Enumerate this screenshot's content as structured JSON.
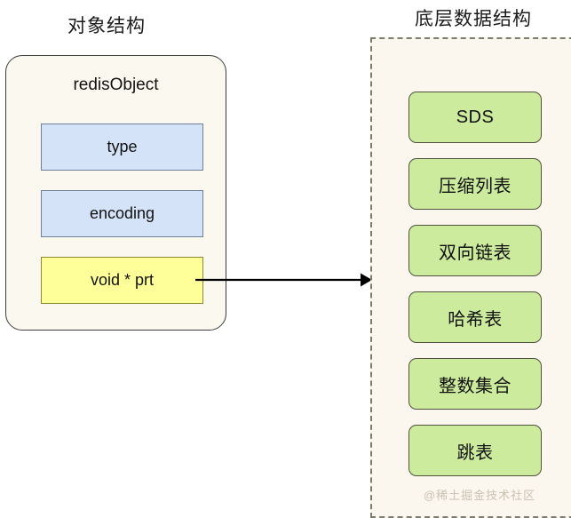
{
  "diagram": {
    "left_title": "对象结构",
    "right_title": "底层数据结构",
    "object_card": {
      "title": "redisObject",
      "fields": [
        {
          "label": "type",
          "color": "#d4e3f8"
        },
        {
          "label": "encoding",
          "color": "#d4e3f8"
        },
        {
          "label": "void * prt",
          "color": "#ffff99"
        }
      ]
    },
    "data_structures": [
      {
        "label": "SDS"
      },
      {
        "label": "压缩列表"
      },
      {
        "label": "双向链表"
      },
      {
        "label": "哈希表"
      },
      {
        "label": "整数集合"
      },
      {
        "label": "跳表"
      }
    ],
    "arrow": {
      "from": "void * prt",
      "to": "底层数据结构",
      "color": "#000000"
    },
    "watermark": "@稀土掘金技术社区",
    "colors": {
      "card_fill": "#faf8ef",
      "card_border": "#3d3d3d",
      "field_blue": "#d4e3f8",
      "field_blue_border": "#6f7f99",
      "field_yellow": "#ffff99",
      "field_yellow_border": "#8a8a2e",
      "panel_fill": "#fbf6ee",
      "panel_border": "#7d7a6e",
      "ds_fill": "#cdeb9c",
      "ds_border": "#51513f",
      "watermark": "#c9c3b4"
    }
  }
}
